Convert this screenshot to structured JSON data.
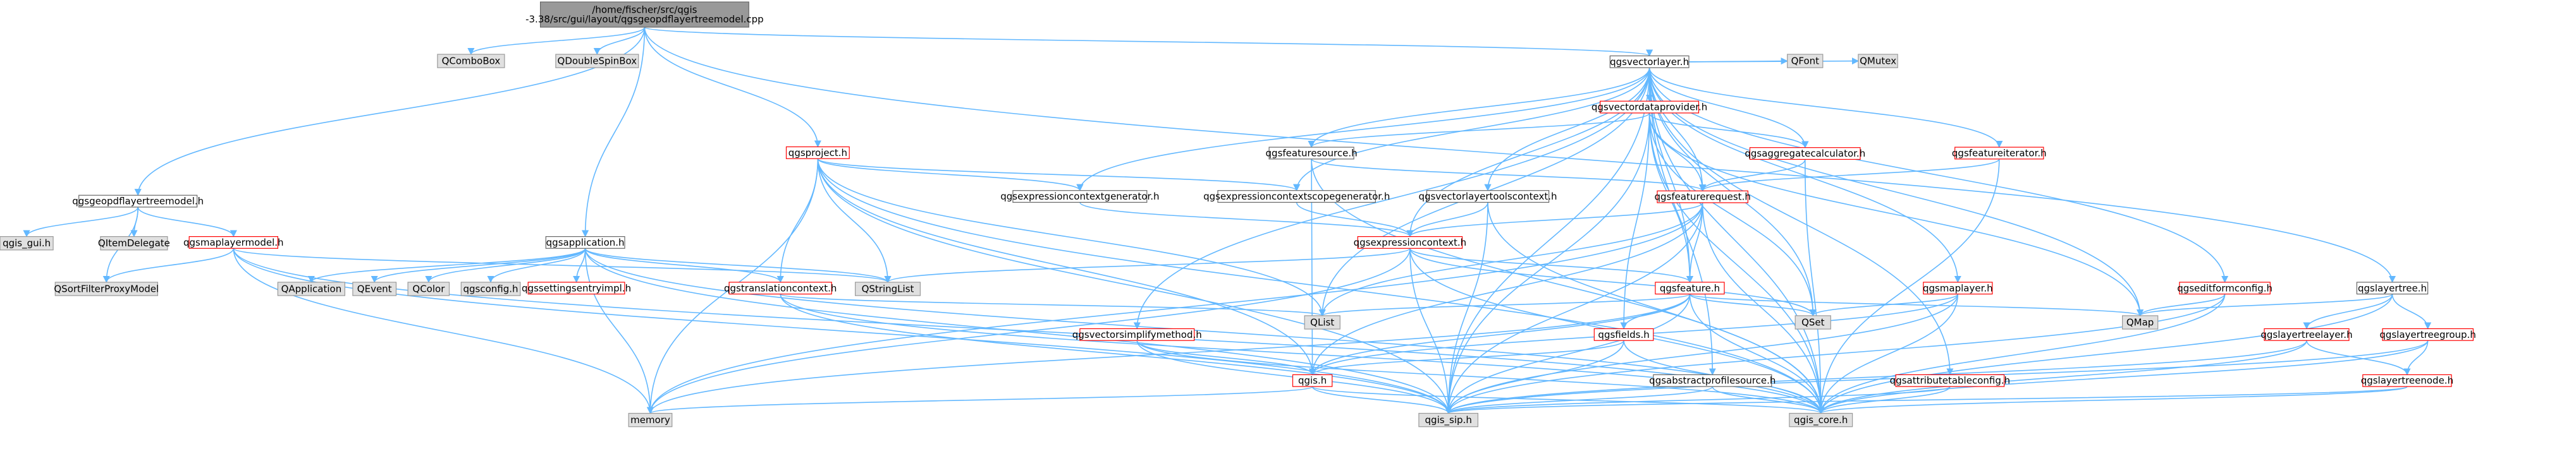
{
  "diagram": {
    "type": "include-dependency-graph",
    "colors": {
      "edge": "#63b8ff",
      "root_fill": "#999999",
      "root_border": "#666666",
      "internal_border": "#ff0000",
      "normal_border": "#666666",
      "normal_fill": "#ffffff",
      "external_fill": "#e0e0e0",
      "external_border": "#999999",
      "text": "#000000"
    },
    "nodes": [
      {
        "id": "root",
        "kind": "root",
        "lines": [
          "/home/fischer/src/qgis",
          "-3.38/src/gui/layout/qgsgeopdflayertreemodel.cpp"
        ]
      },
      {
        "id": "QComboBox",
        "kind": "external",
        "lines": [
          "QComboBox"
        ]
      },
      {
        "id": "QDoubleSpinBox",
        "kind": "external",
        "lines": [
          "QDoubleSpinBox"
        ]
      },
      {
        "id": "qgsvectorlayer_h",
        "kind": "normal",
        "lines": [
          "qgsvectorlayer.h"
        ]
      },
      {
        "id": "qgsvectordataprovider_h",
        "kind": "internal",
        "lines": [
          "qgsvectordataprovider.h"
        ]
      },
      {
        "id": "QFont",
        "kind": "external",
        "lines": [
          "QFont"
        ]
      },
      {
        "id": "QMutex",
        "kind": "external",
        "lines": [
          "QMutex"
        ]
      },
      {
        "id": "qgsproject_h",
        "kind": "internal",
        "lines": [
          "qgsproject.h"
        ]
      },
      {
        "id": "qgsfeaturesource_h",
        "kind": "normal",
        "lines": [
          "qgsfeaturesource.h"
        ]
      },
      {
        "id": "qgsaggregatecalculator_h",
        "kind": "internal",
        "lines": [
          "qgsaggregatecalculator.h"
        ]
      },
      {
        "id": "qgsfeatureiterator_h",
        "kind": "internal",
        "lines": [
          "qgsfeatureiterator.h"
        ]
      },
      {
        "id": "qgsgeopdflayertreemodel_h",
        "kind": "normal",
        "lines": [
          "qgsgeopdflayertreemodel.h"
        ]
      },
      {
        "id": "qgsexpressioncontextgenerator_h",
        "kind": "normal",
        "lines": [
          "qgsexpressioncontextgenerator.h"
        ]
      },
      {
        "id": "qgsexpressioncontextscopegenerator_h",
        "kind": "normal",
        "lines": [
          "qgsexpressioncontextscopegenerator.h"
        ]
      },
      {
        "id": "qgsvectorlayertoolscontext_h",
        "kind": "normal",
        "lines": [
          "qgsvectorlayertoolscontext.h"
        ]
      },
      {
        "id": "qgsfeaturerequest_h",
        "kind": "internal",
        "lines": [
          "qgsfeaturerequest.h"
        ]
      },
      {
        "id": "qgis_gui_h",
        "kind": "external",
        "lines": [
          "qgis_gui.h"
        ]
      },
      {
        "id": "QItemDelegate",
        "kind": "external",
        "lines": [
          "QItemDelegate"
        ]
      },
      {
        "id": "qgsmaplayermodel_h",
        "kind": "internal",
        "lines": [
          "qgsmaplayermodel.h"
        ]
      },
      {
        "id": "qgsapplication_h",
        "kind": "normal",
        "lines": [
          "qgsapplication.h"
        ]
      },
      {
        "id": "qgsexpressioncontext_h",
        "kind": "internal",
        "lines": [
          "qgsexpressioncontext.h"
        ]
      },
      {
        "id": "QSortFilterProxyModel",
        "kind": "external",
        "lines": [
          "QSortFilterProxyModel"
        ]
      },
      {
        "id": "QApplication",
        "kind": "external",
        "lines": [
          "QApplication"
        ]
      },
      {
        "id": "QEvent",
        "kind": "external",
        "lines": [
          "QEvent"
        ]
      },
      {
        "id": "QColor",
        "kind": "external",
        "lines": [
          "QColor"
        ]
      },
      {
        "id": "qgsconfig_h",
        "kind": "external",
        "lines": [
          "qgsconfig.h"
        ]
      },
      {
        "id": "qgssettingsentryimpl_h",
        "kind": "internal",
        "lines": [
          "qgssettingsentryimpl.h"
        ]
      },
      {
        "id": "qgstranslationcontext_h",
        "kind": "internal",
        "lines": [
          "qgstranslationcontext.h"
        ]
      },
      {
        "id": "QStringList",
        "kind": "external",
        "lines": [
          "QStringList"
        ]
      },
      {
        "id": "qgsfeature_h",
        "kind": "internal",
        "lines": [
          "qgsfeature.h"
        ]
      },
      {
        "id": "qgsmaplayer_h",
        "kind": "internal",
        "lines": [
          "qgsmaplayer.h"
        ]
      },
      {
        "id": "qgseditformconfig_h",
        "kind": "internal",
        "lines": [
          "qgseditformconfig.h"
        ]
      },
      {
        "id": "qgslayertree_h",
        "kind": "normal",
        "lines": [
          "qgslayertree.h"
        ]
      },
      {
        "id": "QList",
        "kind": "external",
        "lines": [
          "QList"
        ]
      },
      {
        "id": "QSet",
        "kind": "external",
        "lines": [
          "QSet"
        ]
      },
      {
        "id": "QMap",
        "kind": "external",
        "lines": [
          "QMap"
        ]
      },
      {
        "id": "qgsvectorsimplifymethod_h",
        "kind": "internal",
        "lines": [
          "qgsvectorsimplifymethod.h"
        ]
      },
      {
        "id": "qgsfields_h",
        "kind": "internal",
        "lines": [
          "qgsfields.h"
        ]
      },
      {
        "id": "qgslayertreelayer_h",
        "kind": "internal",
        "lines": [
          "qgslayertreelayer.h"
        ]
      },
      {
        "id": "qgslayertreegroup_h",
        "kind": "internal",
        "lines": [
          "qgslayertreegroup.h"
        ]
      },
      {
        "id": "qgis_h",
        "kind": "internal",
        "lines": [
          "qgis.h"
        ]
      },
      {
        "id": "qgsabstractprofilesource_h",
        "kind": "normal",
        "lines": [
          "qgsabstractprofilesource.h"
        ]
      },
      {
        "id": "qgsattributetableconfig_h",
        "kind": "internal",
        "lines": [
          "qgsattributetableconfig.h"
        ]
      },
      {
        "id": "qgslayertreenode_h",
        "kind": "internal",
        "lines": [
          "qgslayertreenode.h"
        ]
      },
      {
        "id": "memory",
        "kind": "external",
        "lines": [
          "memory"
        ]
      },
      {
        "id": "qgis_sip_h",
        "kind": "external",
        "lines": [
          "qgis_sip.h"
        ]
      },
      {
        "id": "qgis_core_h",
        "kind": "external",
        "lines": [
          "qgis_core.h"
        ]
      }
    ],
    "edges": [
      [
        "root",
        "QComboBox"
      ],
      [
        "root",
        "QDoubleSpinBox"
      ],
      [
        "root",
        "qgsgeopdflayertreemodel_h"
      ],
      [
        "root",
        "qgsproject_h"
      ],
      [
        "root",
        "qgsapplication_h"
      ],
      [
        "root",
        "qgsvectorlayer_h"
      ],
      [
        "root",
        "qgslayertree_h"
      ],
      [
        "qgsgeopdflayertreemodel_h",
        "qgis_gui_h"
      ],
      [
        "qgsgeopdflayertreemodel_h",
        "QItemDelegate"
      ],
      [
        "qgsgeopdflayertreemodel_h",
        "qgsmaplayermodel_h"
      ],
      [
        "qgsgeopdflayertreemodel_h",
        "QSortFilterProxyModel"
      ],
      [
        "qgsmaplayermodel_h",
        "QSortFilterProxyModel"
      ],
      [
        "qgsmaplayermodel_h",
        "QStringList"
      ],
      [
        "qgsmaplayermodel_h",
        "memory"
      ],
      [
        "qgsmaplayermodel_h",
        "qgis_sip_h"
      ],
      [
        "qgsmaplayermodel_h",
        "qgis_core_h"
      ],
      [
        "qgsapplication_h",
        "QApplication"
      ],
      [
        "qgsapplication_h",
        "QEvent"
      ],
      [
        "qgsapplication_h",
        "QColor"
      ],
      [
        "qgsapplication_h",
        "qgsconfig_h"
      ],
      [
        "qgsapplication_h",
        "qgssettingsentryimpl_h"
      ],
      [
        "qgsapplication_h",
        "qgstranslationcontext_h"
      ],
      [
        "qgsapplication_h",
        "QStringList"
      ],
      [
        "qgsapplication_h",
        "memory"
      ],
      [
        "qgsapplication_h",
        "qgis_sip_h"
      ],
      [
        "qgsapplication_h",
        "qgis_core_h"
      ],
      [
        "qgsproject_h",
        "qgsexpressioncontextgenerator_h"
      ],
      [
        "qgsproject_h",
        "qgsexpressioncontextscopegenerator_h"
      ],
      [
        "qgsproject_h",
        "qgstranslationcontext_h"
      ],
      [
        "qgsproject_h",
        "QStringList"
      ],
      [
        "qgsproject_h",
        "QList"
      ],
      [
        "qgsproject_h",
        "qgis_h"
      ],
      [
        "qgsproject_h",
        "memory"
      ],
      [
        "qgsproject_h",
        "qgis_sip_h"
      ],
      [
        "qgsproject_h",
        "qgis_core_h"
      ],
      [
        "qgsvectorlayer_h",
        "qgsvectordataprovider_h"
      ],
      [
        "qgsvectorlayer_h",
        "QFont"
      ],
      [
        "qgsvectorlayer_h",
        "QMutex"
      ],
      [
        "qgsvectorlayer_h",
        "qgsfeaturesource_h"
      ],
      [
        "qgsvectorlayer_h",
        "qgsaggregatecalculator_h"
      ],
      [
        "qgsvectorlayer_h",
        "qgsfeatureiterator_h"
      ],
      [
        "qgsvectorlayer_h",
        "qgsexpressioncontextgenerator_h"
      ],
      [
        "qgsvectorlayer_h",
        "qgsexpressioncontextscopegenerator_h"
      ],
      [
        "qgsvectorlayer_h",
        "qgsvectorlayertoolscontext_h"
      ],
      [
        "qgsvectorlayer_h",
        "qgsfeaturerequest_h"
      ],
      [
        "qgsvectorlayer_h",
        "qgsexpressioncontext_h"
      ],
      [
        "qgsvectorlayer_h",
        "qgsfeature_h"
      ],
      [
        "qgsvectorlayer_h",
        "qgsmaplayer_h"
      ],
      [
        "qgsvectorlayer_h",
        "qgseditformconfig_h"
      ],
      [
        "qgsvectorlayer_h",
        "qgsvectorsimplifymethod_h"
      ],
      [
        "qgsvectorlayer_h",
        "qgsattributetableconfig_h"
      ],
      [
        "qgsvectorlayer_h",
        "qgsabstractprofilesource_h"
      ],
      [
        "qgsvectorlayer_h",
        "QSet"
      ],
      [
        "qgsvectorlayer_h",
        "QMap"
      ],
      [
        "qgsvectorlayer_h",
        "QList"
      ],
      [
        "qgsvectorlayer_h",
        "qgis_sip_h"
      ],
      [
        "qgsvectorlayer_h",
        "qgis_core_h"
      ],
      [
        "qgsvectordataprovider_h",
        "qgsfeaturesource_h"
      ],
      [
        "qgsvectordataprovider_h",
        "qgsaggregatecalculator_h"
      ],
      [
        "qgsvectordataprovider_h",
        "qgsfeaturerequest_h"
      ],
      [
        "qgsvectordataprovider_h",
        "qgsfeature_h"
      ],
      [
        "qgsvectordataprovider_h",
        "qgsfields_h"
      ],
      [
        "qgsvectordataprovider_h",
        "QSet"
      ],
      [
        "qgsvectordataprovider_h",
        "QMap"
      ],
      [
        "qgsvectordataprovider_h",
        "qgis_sip_h"
      ],
      [
        "qgsvectordataprovider_h",
        "qgis_core_h"
      ],
      [
        "qgsfeaturesource_h",
        "qgsfeaturerequest_h"
      ],
      [
        "qgsfeaturesource_h",
        "qgis_h"
      ],
      [
        "qgsfeaturesource_h",
        "qgis_core_h"
      ],
      [
        "qgsaggregatecalculator_h",
        "qgsfeaturerequest_h"
      ],
      [
        "qgsaggregatecalculator_h",
        "qgis_core_h"
      ],
      [
        "qgsfeatureiterator_h",
        "qgsfeaturerequest_h"
      ],
      [
        "qgsfeatureiterator_h",
        "qgis_core_h"
      ],
      [
        "qgsexpressioncontextgenerator_h",
        "qgsexpressioncontext_h"
      ],
      [
        "qgsexpressioncontextscopegenerator_h",
        "qgsexpressioncontext_h"
      ],
      [
        "qgsvectorlayertoolscontext_h",
        "qgsexpressioncontext_h"
      ],
      [
        "qgsvectorlayertoolscontext_h",
        "qgis_sip_h"
      ],
      [
        "qgsvectorlayertoolscontext_h",
        "qgis_core_h"
      ],
      [
        "qgsfeaturerequest_h",
        "qgsexpressioncontext_h"
      ],
      [
        "qgsfeaturerequest_h",
        "qgsfeature_h"
      ],
      [
        "qgsfeaturerequest_h",
        "QList"
      ],
      [
        "qgsfeaturerequest_h",
        "qgis_h"
      ],
      [
        "qgsfeaturerequest_h",
        "memory"
      ],
      [
        "qgsfeaturerequest_h",
        "qgis_sip_h"
      ],
      [
        "qgsfeaturerequest_h",
        "qgis_core_h"
      ],
      [
        "qgsexpressioncontext_h",
        "QStringList"
      ],
      [
        "qgsexpressioncontext_h",
        "qgsfeature_h"
      ],
      [
        "qgsexpressioncontext_h",
        "QSet"
      ],
      [
        "qgsexpressioncontext_h",
        "memory"
      ],
      [
        "qgsexpressioncontext_h",
        "qgis_sip_h"
      ],
      [
        "qgsexpressioncontext_h",
        "qgis_core_h"
      ],
      [
        "qgstranslationcontext_h",
        "QList"
      ],
      [
        "qgstranslationcontext_h",
        "qgis_sip_h"
      ],
      [
        "qgstranslationcontext_h",
        "qgis_core_h"
      ],
      [
        "qgsfeature_h",
        "QList"
      ],
      [
        "qgsfeature_h",
        "QSet"
      ],
      [
        "qgsfeature_h",
        "QMap"
      ],
      [
        "qgsfeature_h",
        "qgsfields_h"
      ],
      [
        "qgsfeature_h",
        "qgis_h"
      ],
      [
        "qgsfeature_h",
        "memory"
      ],
      [
        "qgsfeature_h",
        "qgis_sip_h"
      ],
      [
        "qgsfeature_h",
        "qgis_core_h"
      ],
      [
        "qgsfields_h",
        "qgis_h"
      ],
      [
        "qgsfields_h",
        "qgis_sip_h"
      ],
      [
        "qgsfields_h",
        "qgis_core_h"
      ],
      [
        "qgsvectorsimplifymethod_h",
        "qgis_h"
      ],
      [
        "qgsvectorsimplifymethod_h",
        "qgis_sip_h"
      ],
      [
        "qgsvectorsimplifymethod_h",
        "qgis_core_h"
      ],
      [
        "qgis_h",
        "memory"
      ],
      [
        "qgis_h",
        "qgis_sip_h"
      ],
      [
        "qgis_h",
        "qgis_core_h"
      ],
      [
        "qgsmaplayer_h",
        "QSet"
      ],
      [
        "qgsmaplayer_h",
        "qgis_h"
      ],
      [
        "qgsmaplayer_h",
        "qgis_sip_h"
      ],
      [
        "qgsmaplayer_h",
        "qgis_core_h"
      ],
      [
        "qgseditformconfig_h",
        "QMap"
      ],
      [
        "qgseditformconfig_h",
        "qgis_sip_h"
      ],
      [
        "qgseditformconfig_h",
        "qgis_core_h"
      ],
      [
        "qgsabstractprofilesource_h",
        "qgis_sip_h"
      ],
      [
        "qgsabstractprofilesource_h",
        "qgis_core_h"
      ],
      [
        "qgsattributetableconfig_h",
        "qgis_sip_h"
      ],
      [
        "qgsattributetableconfig_h",
        "qgis_core_h"
      ],
      [
        "qgslayertree_h",
        "qgslayertreelayer_h"
      ],
      [
        "qgslayertree_h",
        "qgslayertreegroup_h"
      ],
      [
        "qgslayertree_h",
        "QMap"
      ],
      [
        "qgslayertree_h",
        "qgis_core_h"
      ],
      [
        "qgslayertreelayer_h",
        "qgslayertreenode_h"
      ],
      [
        "qgslayertreelayer_h",
        "qgis_sip_h"
      ],
      [
        "qgslayertreelayer_h",
        "qgis_core_h"
      ],
      [
        "qgslayertreegroup_h",
        "qgslayertreenode_h"
      ],
      [
        "qgslayertreegroup_h",
        "qgis_sip_h"
      ],
      [
        "qgslayertreegroup_h",
        "qgis_core_h"
      ],
      [
        "qgslayertreenode_h",
        "qgis_sip_h"
      ],
      [
        "qgslayertreenode_h",
        "qgis_core_h"
      ]
    ]
  }
}
